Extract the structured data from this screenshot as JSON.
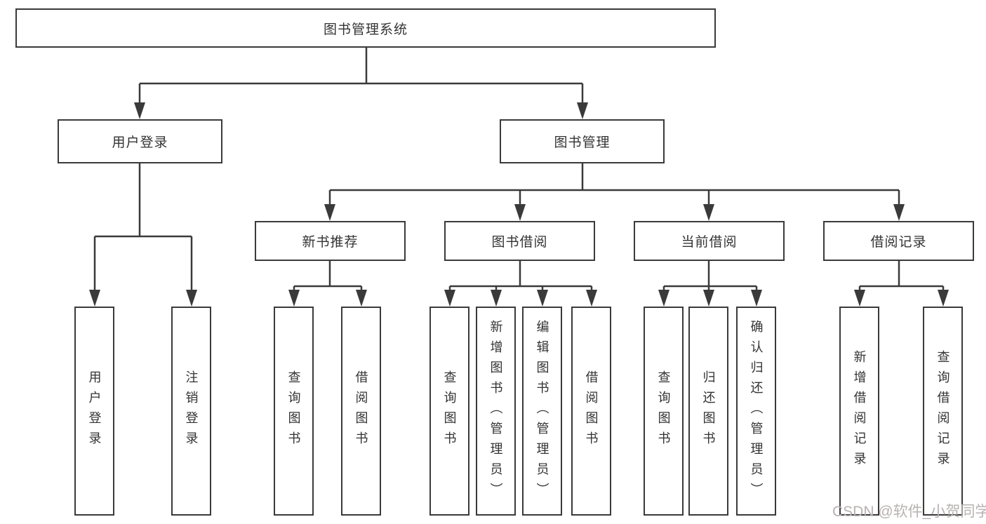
{
  "tree": {
    "root": {
      "label": "图书管理系统",
      "children": [
        {
          "label": "用户登录",
          "children": [
            {
              "label": "用户登录"
            },
            {
              "label": "注销登录"
            }
          ]
        },
        {
          "label": "图书管理",
          "children": [
            {
              "label": "新书推荐",
              "children": [
                {
                  "label": "查询图书"
                },
                {
                  "label": "借阅图书"
                }
              ]
            },
            {
              "label": "图书借阅",
              "children": [
                {
                  "label": "查询图书"
                },
                {
                  "label": "新增图书（管理员）"
                },
                {
                  "label": "编辑图书（管理员）"
                },
                {
                  "label": "借阅图书"
                }
              ]
            },
            {
              "label": "当前借阅",
              "children": [
                {
                  "label": "查询图书"
                },
                {
                  "label": "归还图书"
                },
                {
                  "label": "确认归还（管理员）"
                }
              ]
            },
            {
              "label": "借阅记录",
              "children": [
                {
                  "label": "新增借阅记录"
                },
                {
                  "label": "查询借阅记录"
                }
              ]
            }
          ]
        }
      ]
    }
  },
  "watermark": "CSDN @软件_小贺同学",
  "colors": {
    "line": "#3a3a3a",
    "box_fill": "#ffffff",
    "text": "#333333",
    "watermark": "#b9b1b1",
    "background": "#ffffff"
  }
}
